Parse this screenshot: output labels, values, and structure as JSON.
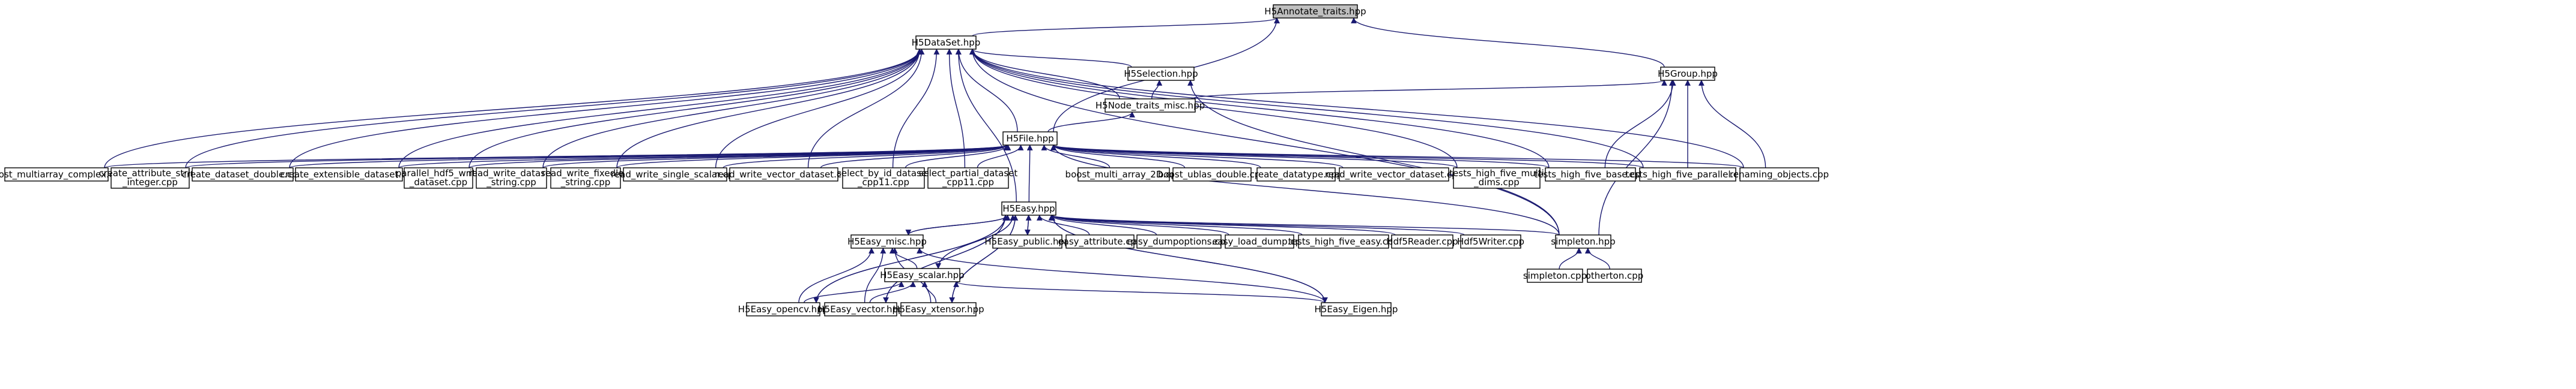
{
  "title": "H5Annotate_traits.hpp",
  "colors": {
    "edge": "#191970",
    "root_fill": "#bfbfbf",
    "node_fill": "#ffffff",
    "node_stroke": "#000000"
  },
  "nodes": {
    "annotate": {
      "lines": [
        "H5Annotate_traits.hpp"
      ]
    },
    "dataset": {
      "lines": [
        "H5DataSet.hpp"
      ]
    },
    "group": {
      "lines": [
        "H5Group.hpp"
      ]
    },
    "selection": {
      "lines": [
        "H5Selection.hpp"
      ]
    },
    "node_traits_misc": {
      "lines": [
        "H5Node_traits_misc.hpp"
      ]
    },
    "file": {
      "lines": [
        "H5File.hpp"
      ]
    },
    "boost_multiarray": {
      "lines": [
        "boost_multiarray_complex.cpp"
      ]
    },
    "create_attr_string": {
      "lines": [
        "create_attribute_string",
        "_integer.cpp"
      ]
    },
    "create_ds_double": {
      "lines": [
        "create_dataset_double.cpp"
      ]
    },
    "create_extensible": {
      "lines": [
        "create_extensible_dataset.cpp"
      ]
    },
    "parallel_hdf5": {
      "lines": [
        "parallel_hdf5_write",
        "_dataset.cpp"
      ]
    },
    "read_write_ds_str": {
      "lines": [
        "read_write_dataset",
        "_string.cpp"
      ]
    },
    "read_write_fixedlen": {
      "lines": [
        "read_write_fixedlen",
        "_string.cpp"
      ]
    },
    "rw_single_scalar": {
      "lines": [
        "read_write_single_scalar.cpp"
      ]
    },
    "rw_vector_ds": {
      "lines": [
        "read_write_vector_dataset.cpp"
      ]
    },
    "select_by_id": {
      "lines": [
        "select_by_id_dataset",
        "_cpp11.cpp"
      ]
    },
    "select_partial": {
      "lines": [
        "select_partial_dataset",
        "_cpp11.cpp"
      ]
    },
    "boost_multi_2d": {
      "lines": [
        "boost_multi_array_2D.cpp"
      ]
    },
    "boost_ublas": {
      "lines": [
        "boost_ublas_double.cpp"
      ]
    },
    "create_datatype": {
      "lines": [
        "create_datatype.cpp"
      ]
    },
    "rw_vector_ds2": {
      "lines": [
        "read_write_vector_dataset.cpp"
      ]
    },
    "tests_multi_dims": {
      "lines": [
        "tests_high_five_multi",
        "_dims.cpp"
      ]
    },
    "tests_base": {
      "lines": [
        "tests_high_five_base.cpp"
      ]
    },
    "tests_parallel": {
      "lines": [
        "tests_high_five_parallel.cpp"
      ]
    },
    "renaming": {
      "lines": [
        "renaming_objects.cpp"
      ]
    },
    "h5easy": {
      "lines": [
        "H5Easy.hpp"
      ]
    },
    "h5easy_public": {
      "lines": [
        "H5Easy_public.hpp"
      ]
    },
    "easy_attribute": {
      "lines": [
        "easy_attribute.cpp"
      ]
    },
    "easy_dumpoptions": {
      "lines": [
        "easy_dumpoptions.cpp"
      ]
    },
    "easy_load_dump": {
      "lines": [
        "easy_load_dump.cpp"
      ]
    },
    "tests_easy": {
      "lines": [
        "tests_high_five_easy.cpp"
      ]
    },
    "hdf5reader": {
      "lines": [
        "Hdf5Reader.cpp"
      ]
    },
    "hdf5writer": {
      "lines": [
        "Hdf5Writer.cpp"
      ]
    },
    "simpleton_hpp": {
      "lines": [
        "simpleton.hpp"
      ]
    },
    "simpleton_cpp": {
      "lines": [
        "simpleton.cpp"
      ]
    },
    "otherton": {
      "lines": [
        "otherton.cpp"
      ]
    },
    "h5easy_misc": {
      "lines": [
        "H5Easy_misc.hpp"
      ]
    },
    "h5easy_scalar": {
      "lines": [
        "H5Easy_scalar.hpp"
      ]
    },
    "h5easy_opencv": {
      "lines": [
        "H5Easy_opencv.hpp"
      ]
    },
    "h5easy_vector": {
      "lines": [
        "H5Easy_vector.hpp"
      ]
    },
    "h5easy_xtensor": {
      "lines": [
        "H5Easy_xtensor.hpp"
      ]
    },
    "h5easy_eigen": {
      "lines": [
        "H5Easy_Eigen.hpp"
      ]
    }
  },
  "edges": [
    [
      "annotate",
      "dataset"
    ],
    [
      "annotate",
      "group"
    ],
    [
      "annotate",
      "file"
    ],
    [
      "dataset",
      "selection"
    ],
    [
      "dataset",
      "node_traits_misc"
    ],
    [
      "dataset",
      "file"
    ],
    [
      "dataset",
      "boost_multiarray"
    ],
    [
      "dataset",
      "create_attr_string"
    ],
    [
      "dataset",
      "create_ds_double"
    ],
    [
      "dataset",
      "create_extensible"
    ],
    [
      "dataset",
      "parallel_hdf5"
    ],
    [
      "dataset",
      "read_write_ds_str"
    ],
    [
      "dataset",
      "read_write_fixedlen"
    ],
    [
      "dataset",
      "rw_single_scalar"
    ],
    [
      "dataset",
      "rw_vector_ds"
    ],
    [
      "dataset",
      "select_by_id"
    ],
    [
      "dataset",
      "select_partial"
    ],
    [
      "dataset",
      "tests_multi_dims"
    ],
    [
      "dataset",
      "tests_base"
    ],
    [
      "dataset",
      "tests_parallel"
    ],
    [
      "dataset",
      "renaming"
    ],
    [
      "dataset",
      "simpleton_hpp"
    ],
    [
      "dataset",
      "h5easy"
    ],
    [
      "group",
      "node_traits_misc"
    ],
    [
      "group",
      "tests_base"
    ],
    [
      "group",
      "tests_parallel"
    ],
    [
      "group",
      "renaming"
    ],
    [
      "group",
      "simpleton_hpp"
    ],
    [
      "selection",
      "node_traits_misc"
    ],
    [
      "selection",
      "simpleton_hpp"
    ],
    [
      "node_traits_misc",
      "file"
    ],
    [
      "file",
      "boost_multiarray"
    ],
    [
      "file",
      "create_attr_string"
    ],
    [
      "file",
      "create_ds_double"
    ],
    [
      "file",
      "create_extensible"
    ],
    [
      "file",
      "parallel_hdf5"
    ],
    [
      "file",
      "read_write_ds_str"
    ],
    [
      "file",
      "read_write_fixedlen"
    ],
    [
      "file",
      "rw_single_scalar"
    ],
    [
      "file",
      "rw_vector_ds"
    ],
    [
      "file",
      "select_by_id"
    ],
    [
      "file",
      "select_partial"
    ],
    [
      "file",
      "h5easy"
    ],
    [
      "file",
      "boost_multi_2d"
    ],
    [
      "file",
      "boost_ublas"
    ],
    [
      "file",
      "create_datatype"
    ],
    [
      "file",
      "rw_vector_ds2"
    ],
    [
      "file",
      "tests_multi_dims"
    ],
    [
      "file",
      "tests_base"
    ],
    [
      "file",
      "tests_parallel"
    ],
    [
      "file",
      "renaming"
    ],
    [
      "file",
      "simpleton_hpp"
    ],
    [
      "h5easy",
      "h5easy_public"
    ],
    [
      "h5easy",
      "easy_attribute"
    ],
    [
      "h5easy",
      "easy_dumpoptions"
    ],
    [
      "h5easy",
      "easy_load_dump"
    ],
    [
      "h5easy",
      "tests_easy"
    ],
    [
      "h5easy",
      "hdf5reader"
    ],
    [
      "h5easy",
      "hdf5writer"
    ],
    [
      "h5easy",
      "simpleton_hpp"
    ],
    [
      "h5easy",
      "h5easy_misc"
    ],
    [
      "h5easy",
      "h5easy_scalar"
    ],
    [
      "h5easy",
      "h5easy_opencv"
    ],
    [
      "h5easy",
      "h5easy_vector"
    ],
    [
      "h5easy",
      "h5easy_xtensor"
    ],
    [
      "h5easy",
      "h5easy_eigen"
    ],
    [
      "h5easy_public",
      "h5easy"
    ],
    [
      "h5easy_misc",
      "h5easy_scalar"
    ],
    [
      "h5easy_misc",
      "h5easy_opencv"
    ],
    [
      "h5easy_misc",
      "h5easy_vector"
    ],
    [
      "h5easy_misc",
      "h5easy_xtensor"
    ],
    [
      "h5easy_misc",
      "h5easy_eigen"
    ],
    [
      "h5easy_scalar",
      "h5easy_opencv"
    ],
    [
      "h5easy_scalar",
      "h5easy_vector"
    ],
    [
      "h5easy_scalar",
      "h5easy_xtensor"
    ],
    [
      "h5easy_scalar",
      "h5easy_eigen"
    ],
    [
      "h5easy_opencv",
      "h5easy"
    ],
    [
      "h5easy_vector",
      "h5easy"
    ],
    [
      "h5easy_xtensor",
      "h5easy"
    ],
    [
      "h5easy_eigen",
      "h5easy"
    ],
    [
      "h5easy_scalar",
      "h5easy"
    ],
    [
      "h5easy_misc",
      "h5easy"
    ],
    [
      "simpleton_hpp",
      "simpleton_cpp"
    ],
    [
      "simpleton_hpp",
      "otherton"
    ]
  ]
}
